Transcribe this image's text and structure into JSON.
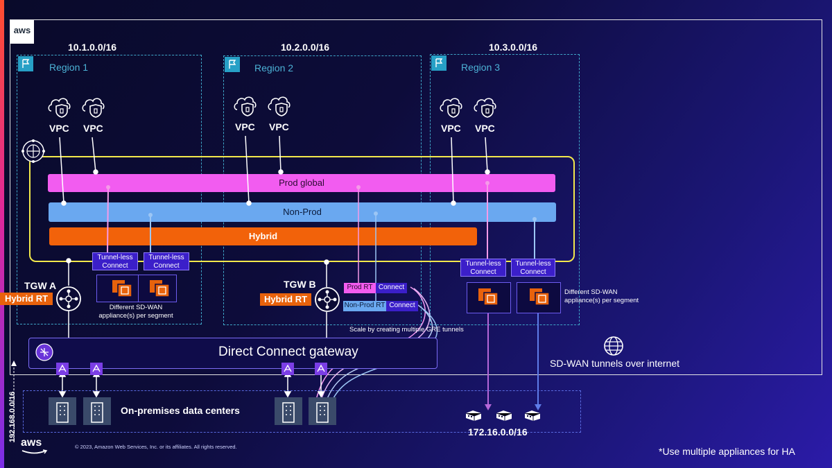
{
  "brand": {
    "logo_text": "aws",
    "footer_logo_text": "aws"
  },
  "regions": [
    {
      "label": "Region 1",
      "cidr": "10.1.0.0/16"
    },
    {
      "label": "Region 2",
      "cidr": "10.2.0.0/16"
    },
    {
      "label": "Region 3",
      "cidr": "10.3.0.0/16"
    }
  ],
  "vpc_label": "VPC",
  "segments": {
    "prod": "Prod global",
    "nonprod": "Non-Prod",
    "hybrid": "Hybrid"
  },
  "tunnel_less": "Tunnel-less Connect",
  "tgw_a": {
    "label": "TGW A",
    "rt": "Hybrid RT"
  },
  "tgw_b": {
    "label": "TGW B",
    "rt": "Hybrid RT"
  },
  "appliance_note": "Different SD-WAN appliance(s) per segment",
  "prod_rt": "Prod RT",
  "nonprod_rt": "Non-Prod RT",
  "connect": "Connect",
  "gre_note": "Scale by creating multiple GRE tunnels",
  "dcg_label": "Direct Connect gateway",
  "sdwan_internet": "SD-WAN tunnels over internet",
  "onprem_label": "On-premises data centers",
  "onprem_cidr": "192.168.0.0/16",
  "branch_cidr": "172.16.0.0/16",
  "copyright": "© 2023, Amazon Web Services, Inc. or its affiliates. All rights reserved.",
  "ha_note": "*Use multiple appliances for HA",
  "colors": {
    "prod": "#f25cf0",
    "nonprod": "#6aa8f0",
    "hybrid": "#f2620a",
    "core": "#f3e94c",
    "region": "#3fa7c9"
  }
}
